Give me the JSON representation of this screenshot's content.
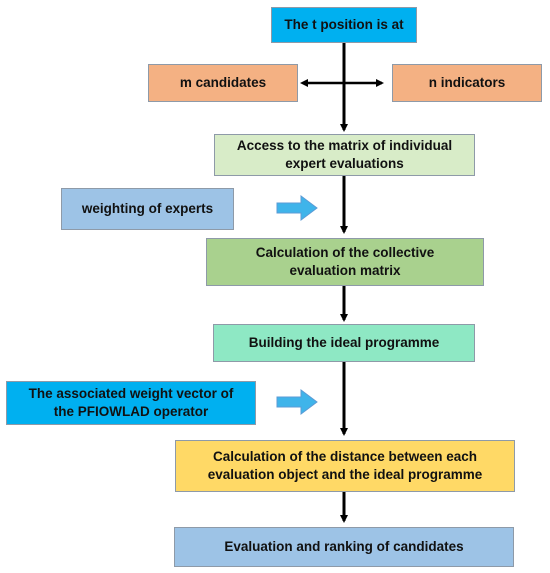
{
  "diagram": {
    "nodes": {
      "start": {
        "label": "The t position is at",
        "color": "#00b0f0"
      },
      "candidates": {
        "label": "m candidates",
        "color": "#f4b183"
      },
      "indicators": {
        "label": "n indicators",
        "color": "#f4b183"
      },
      "access_matrix": {
        "label": "Access to the matrix of individual\nexpert evaluations",
        "color": "#d8ecc8"
      },
      "weighting_experts": {
        "label": "weighting of experts",
        "color": "#9dc3e6"
      },
      "collective_matrix": {
        "label": "Calculation of the collective\nevaluation matrix",
        "color": "#a9d18e"
      },
      "ideal_programme": {
        "label": "Building the ideal programme",
        "color": "#8ee8c4"
      },
      "weight_vector": {
        "label": "The associated weight vector of\nthe PFIOWLAD operator",
        "color": "#00b0f0"
      },
      "distance": {
        "label": "Calculation of the distance between each\nevaluation object and the ideal programme",
        "color": "#ffd966"
      },
      "ranking": {
        "label": "Evaluation and ranking of candidates",
        "color": "#9dc3e6"
      }
    },
    "colors": {
      "arrow": "#000000",
      "side_arrow": "#3fb4ea",
      "border": "#8e9aa8"
    }
  }
}
